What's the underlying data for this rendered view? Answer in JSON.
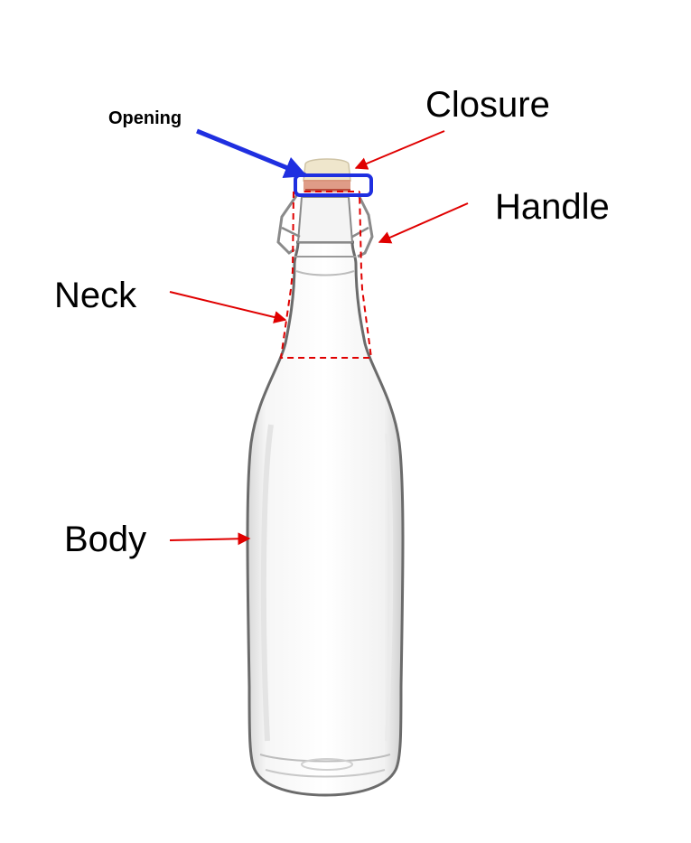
{
  "labels": {
    "opening": "Opening",
    "closure": "Closure",
    "handle": "Handle",
    "neck": "Neck",
    "body": "Body"
  },
  "colors": {
    "background": "#ffffff",
    "text": "#000000",
    "annotation_red": "#e00000",
    "opening_blue": "#1f2fe0",
    "glass_outline": "#6b6b6b",
    "cork": "#efe6cc",
    "wire": "#8a8a8a"
  }
}
